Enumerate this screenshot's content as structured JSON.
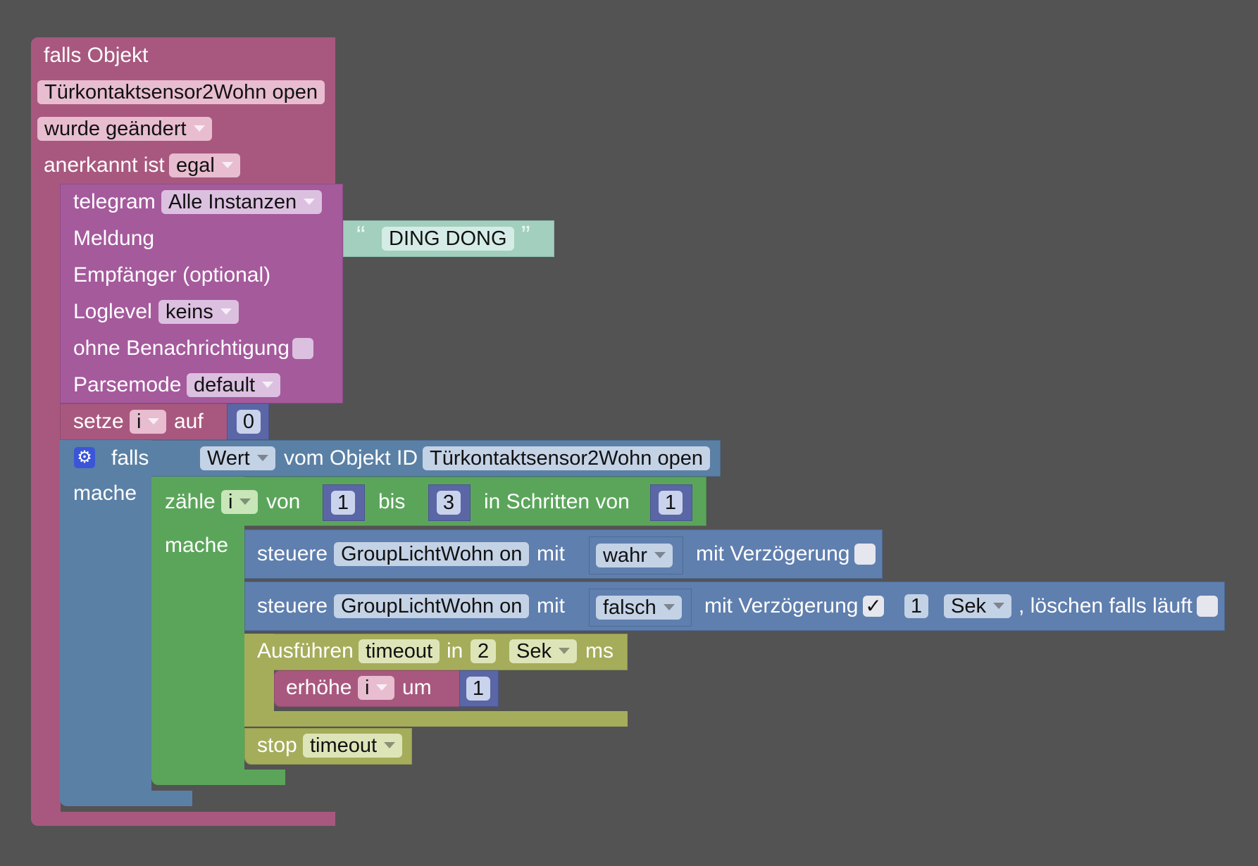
{
  "event": {
    "title": "falls Objekt",
    "object_id": "Türkontaktsensor2Wohn open",
    "change": "wurde geändert",
    "ack_label": "anerkannt ist",
    "ack_value": "egal"
  },
  "telegram": {
    "label": "telegram",
    "instance": "Alle Instanzen",
    "message_label": "Meldung",
    "message_open_quote": "“",
    "message_text": "DING DONG",
    "message_close_quote": "”",
    "recipient_label": "Empfänger (optional)",
    "loglevel_label": "Loglevel",
    "loglevel_value": "keins",
    "silent_label": "ohne Benachrichtigung",
    "parsemode_label": "Parsemode",
    "parsemode_value": "default"
  },
  "set_var": {
    "label": "setze",
    "var": "i",
    "to_label": "auf",
    "value": "0"
  },
  "if_block": {
    "label": "falls",
    "do_label": "mache",
    "getter_attr": "Wert",
    "getter_label": "vom Objekt ID",
    "getter_id": "Türkontaktsensor2Wohn open"
  },
  "loop": {
    "label": "zähle",
    "var": "i",
    "from_label": "von",
    "from": "1",
    "to_label": "bis",
    "to": "3",
    "step_label": "in Schritten von",
    "step": "1",
    "do_label": "mache"
  },
  "control1": {
    "label": "steuere",
    "object": "GroupLichtWohn on",
    "with_label": "mit",
    "value": "wahr",
    "delay_label": "mit Verzögerung"
  },
  "control2": {
    "label": "steuere",
    "object": "GroupLichtWohn on",
    "with_label": "mit",
    "value": "falsch",
    "delay_label": "mit Verzögerung",
    "delay_check": "✓",
    "delay_value": "1",
    "delay_unit": "Sek",
    "clear_label": ", löschen falls läuft"
  },
  "timeout": {
    "label": "Ausführen",
    "name": "timeout",
    "in_label": "in",
    "value": "2",
    "unit": "Sek",
    "ms_label": "ms"
  },
  "increment": {
    "label": "erhöhe",
    "var": "i",
    "by_label": "um",
    "value": "1"
  },
  "stop": {
    "label": "stop",
    "name": "timeout"
  }
}
